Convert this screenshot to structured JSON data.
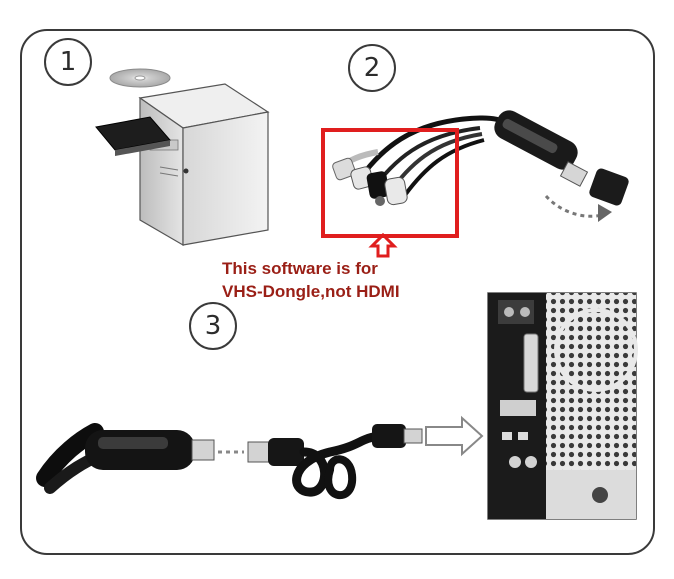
{
  "steps": {
    "one": "1",
    "two": "2",
    "three": "3"
  },
  "note": {
    "line1": "This software is for",
    "line2": "VHS-Dongle,not HDMI"
  },
  "colors": {
    "highlight": "#e01e1e",
    "note_text": "#9a1f16",
    "frame": "#3a3a3a"
  }
}
